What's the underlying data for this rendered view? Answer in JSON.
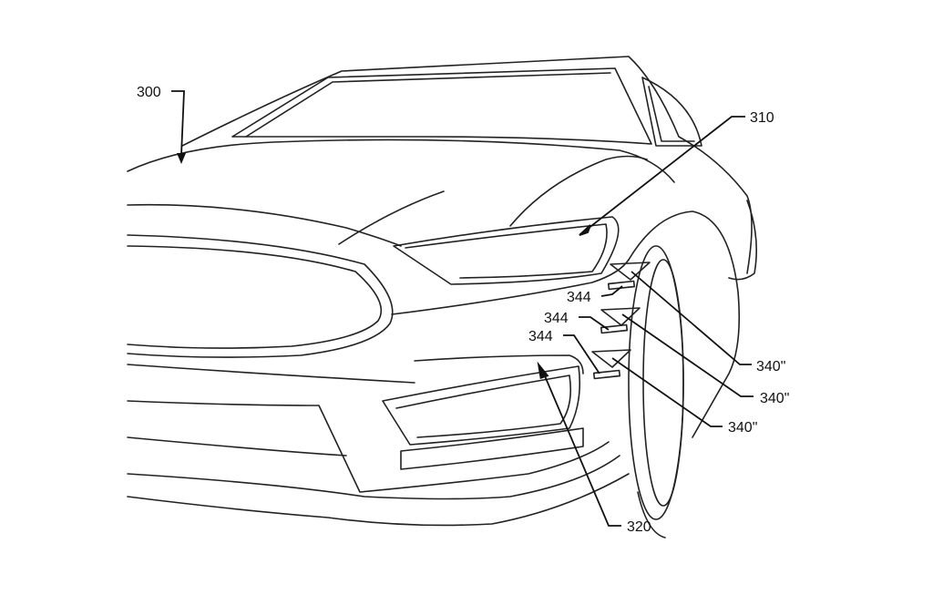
{
  "figure": {
    "labels": {
      "vehicle": "300",
      "headlamp": "310",
      "lower_grille": "320",
      "mount_1": "344",
      "mount_2": "344",
      "mount_3": "344",
      "sensor_1": "340\"",
      "sensor_2": "340\"",
      "sensor_3": "340\""
    }
  }
}
